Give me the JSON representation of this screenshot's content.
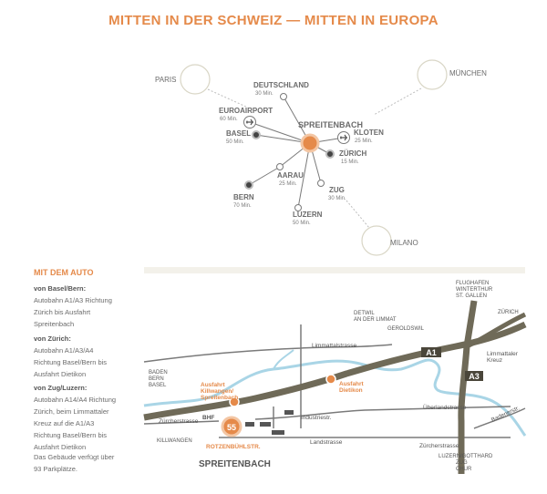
{
  "title": "MITTEN IN DER SCHWEIZ — MITTEN IN EUROPA",
  "network": {
    "paris": "PARIS",
    "muenchen": "MÜNCHEN",
    "milano": "MILANO",
    "deutschland": {
      "name": "DEUTSCHLAND",
      "time": "30 Min."
    },
    "euroairport": {
      "name": "EUROAIRPORT",
      "time": "60 Min."
    },
    "basel": {
      "name": "BASEL",
      "time": "50 Min."
    },
    "spreitenbach": "SPREITENBACH",
    "kloten": {
      "name": "KLOTEN",
      "time": "25 Min."
    },
    "zuerich": {
      "name": "ZÜRICH",
      "time": "15 Min."
    },
    "aarau": {
      "name": "AARAU",
      "time": "25 Min."
    },
    "bern": {
      "name": "BERN",
      "time": "70 Min."
    },
    "zug": {
      "name": "ZUG",
      "time": "30 Min."
    },
    "luzern": {
      "name": "LUZERN",
      "time": "50 Min."
    }
  },
  "auto": {
    "heading": "MIT DEM AUTO",
    "routes": [
      {
        "head": "von Basel/Bern:",
        "lines": [
          "Autobahn A1/A3 Richtung",
          "Zürich bis Ausfahrt",
          "Spreitenbach"
        ]
      },
      {
        "head": "von Zürich:",
        "lines": [
          "Autobahn A1/A3/A4",
          "Richtung Basel/Bern bis",
          "Ausfahrt Dietikon"
        ]
      },
      {
        "head": "von Zug/Luzern:",
        "lines": [
          "Autobahn A14/A4 Richtung",
          "Zürich, beim Limmattaler",
          "Kreuz auf die A1/A3",
          "Richtung Basel/Bern bis",
          "Ausfahrt Dietikon"
        ]
      }
    ],
    "note_lines": [
      "Das Gebäude verfügt über",
      "93 Parkplätze."
    ]
  },
  "map": {
    "flughafen": [
      "FLUGHAFEN",
      "WINTERTHUR",
      "ST. GALLEN"
    ],
    "zuerich": "ZÜRICH",
    "detwil": [
      "DETWIL",
      "AN DER LIMMAT"
    ],
    "geroldswil": "GEROLDSWIL",
    "limmattalstrasse": "Limmattalstrasse",
    "a1": "A1",
    "a3": "A3",
    "limmattaler_kreuz": [
      "Limmattaler",
      "Kreuz"
    ],
    "baden": [
      "BADEN",
      "BERN",
      "BASEL"
    ],
    "ausfahrt_spreitenbach": [
      "Ausfahrt",
      "Killwangen/",
      "Spreitenbach"
    ],
    "ausfahrt_dietikon": [
      "Ausfahrt",
      "Dietikon"
    ],
    "ueberlandstrasse": "Überlandstrasse",
    "badenerstr": "Badenerstr.",
    "zuercherstrasse_left": "Zürcherstrasse",
    "zuercherstrasse_right": "Zürcherstrasse",
    "industriestr": "Industriestr.",
    "landstrasse": "Landstrasse",
    "bhf": "BHF",
    "killwangen": "KILLWANGEN",
    "number": "55",
    "rotzenbuehl": "ROTZENBÜHLSTR.",
    "spreitenbach": "SPREITENBACH",
    "luzern": [
      "LUZERN/GOTTHARD",
      "ZUG",
      "CHUR"
    ]
  }
}
